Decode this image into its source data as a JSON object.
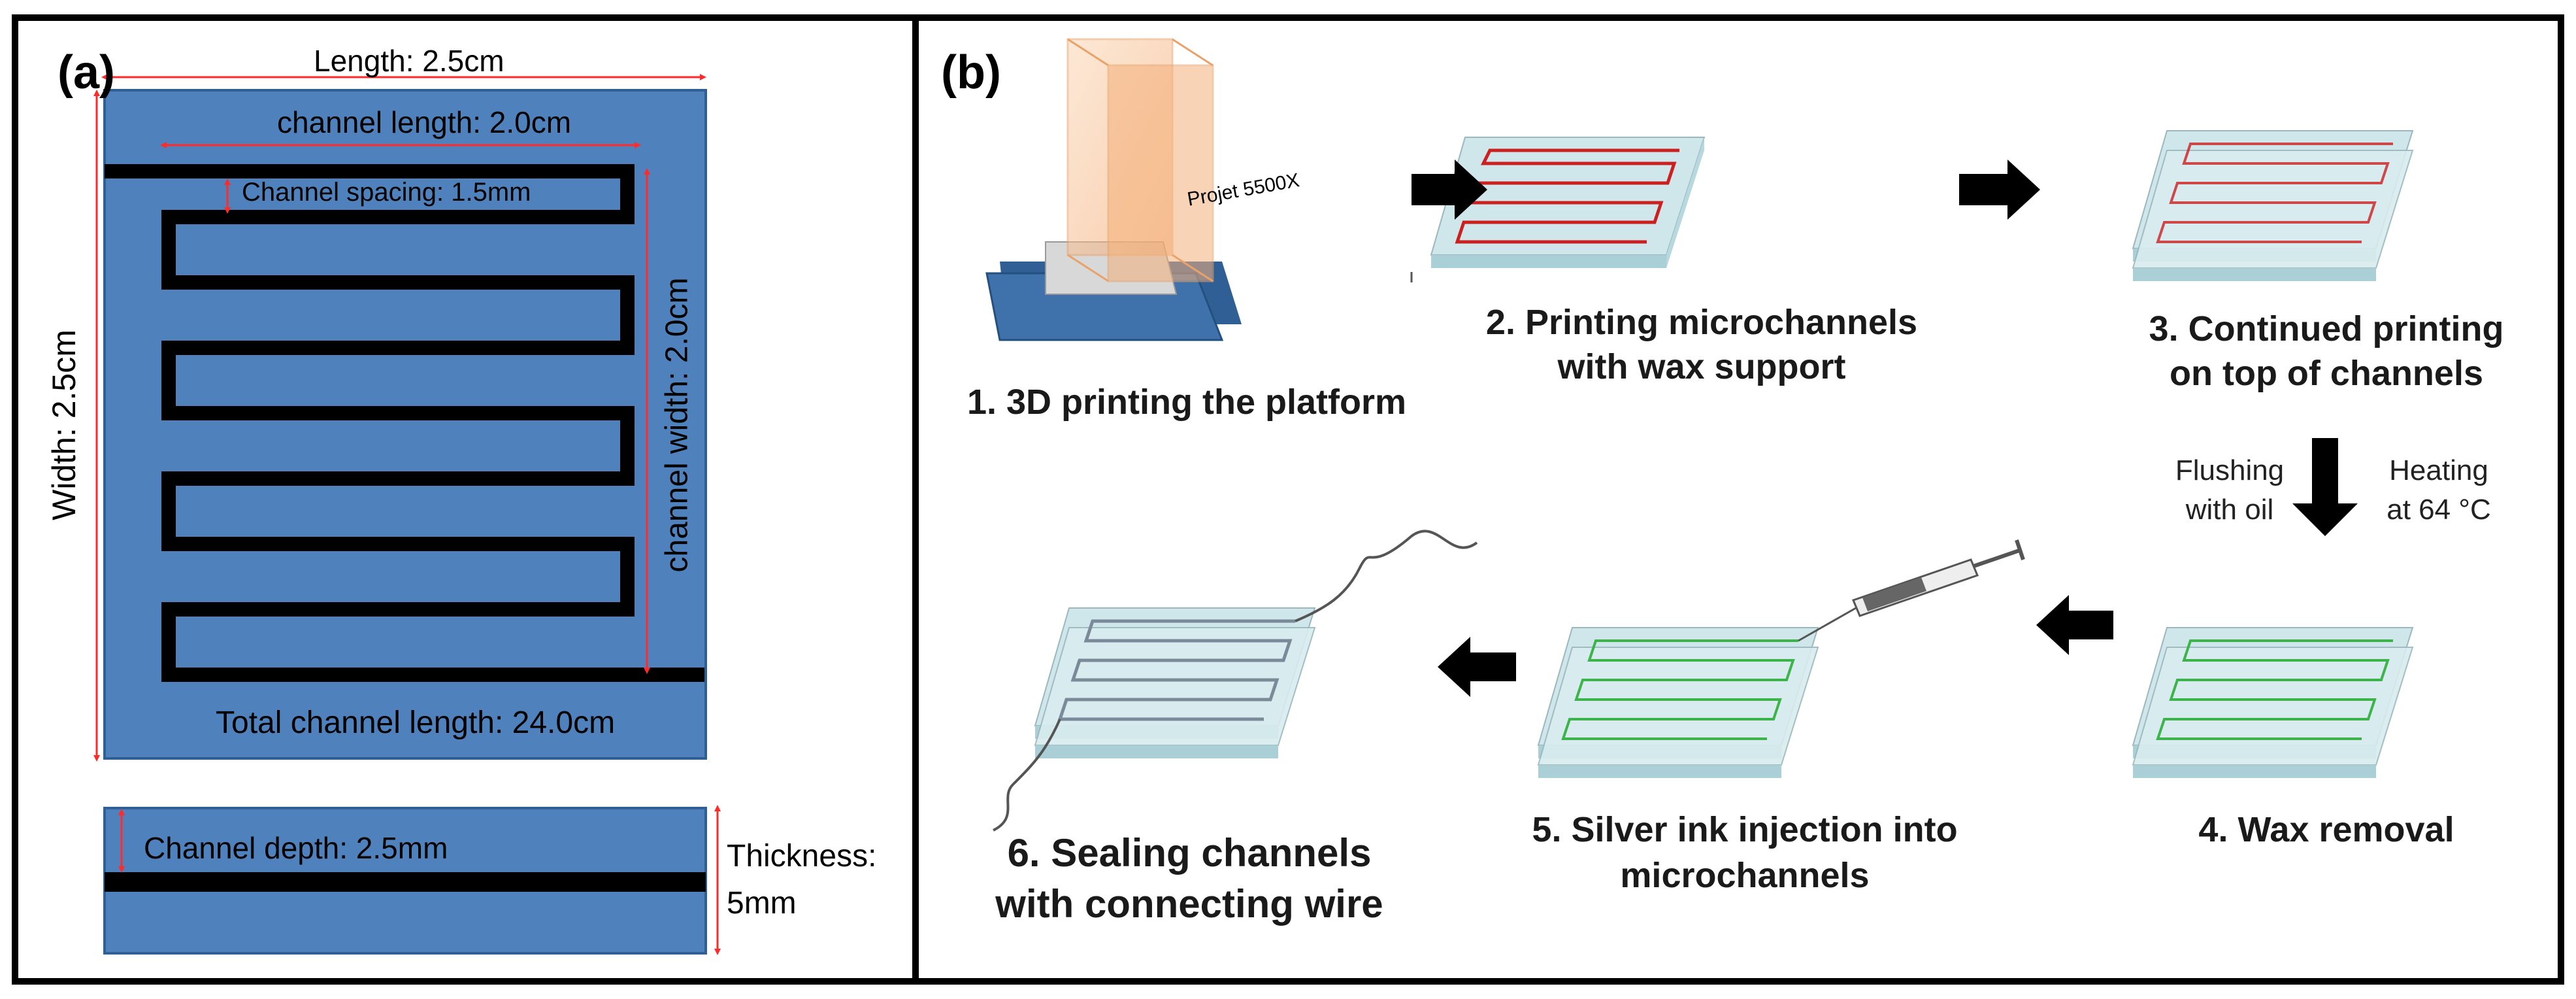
{
  "panel_a": {
    "label": "(a)",
    "length": "Length: 2.5cm",
    "channel_length": "channel length: 2.0cm",
    "channel_spacing": "Channel spacing: 1.5mm",
    "width": "Width: 2.5cm",
    "channel_width": "channel width: 2.0cm",
    "total_channel_length": "Total channel length: 24.0cm",
    "channel_depth": "Channel depth: 2.5mm",
    "thickness_line1": "Thickness:",
    "thickness_line2": "5mm"
  },
  "panel_b": {
    "label": "(b)",
    "printer_label": "Projet 5500X",
    "steps": {
      "s1": "1. 3D printing the platform",
      "s2_line1": "2. Printing microchannels",
      "s2_line2": "with wax support",
      "s3_line1": "3. Continued printing",
      "s3_line2": "on top of channels",
      "s4": "4. Wax removal",
      "s5_line1": "5. Silver ink injection into",
      "s5_line2": "microchannels",
      "s6_line1": "6. Sealing channels",
      "s6_line2": "with connecting wire"
    },
    "flushing_line1": "Flushing",
    "flushing_line2": "with oil",
    "heating_line1": "Heating",
    "heating_line2": "at 64 °C"
  },
  "colors": {
    "blue": "#4f81bd",
    "blue_dark": "#2f5f95",
    "red": "#ff2b2b",
    "channel_red": "#cc1f1f",
    "channel_green": "#3cb44b",
    "channel_gray": "#7a8a99",
    "glass": "#cfe6ea"
  }
}
